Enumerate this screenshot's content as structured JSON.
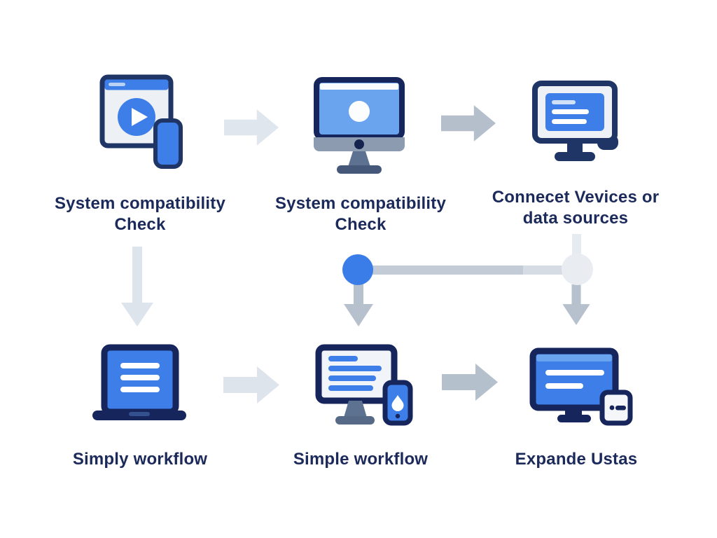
{
  "diagram": {
    "steps": {
      "top": [
        {
          "label": "System compatibility Check",
          "icon": "video-player-with-phone-icon"
        },
        {
          "label": "System compatibility Check",
          "icon": "imac-monitor-icon"
        },
        {
          "label": "Connecet Vevices or data sources",
          "icon": "monitor-text-window-icon"
        }
      ],
      "bottom": [
        {
          "label": "Simply workflow",
          "icon": "laptop-text-icon"
        },
        {
          "label": "Simple workflow",
          "icon": "monitor-with-phone-icon"
        },
        {
          "label": "Expande Ustas",
          "icon": "monitor-with-tablet-icon"
        }
      ]
    },
    "colors": {
      "background": "#ffffff",
      "label_text": "#1b2a5a",
      "icon_outline": "#16255b",
      "accent_blue": "#3d7ee8",
      "sky_blue": "#6aa4ee",
      "screen_light": "#eef2f7",
      "arrow_light_gray": "#dfe6ed",
      "arrow_gray": "#b4bfcb",
      "connector_gray": "#c3ccd6",
      "node_blue": "#3b7de8",
      "node_light_gray": "#e9edf2",
      "stand_gray": "#5d7190",
      "chin_gray": "#8c9bb0"
    }
  }
}
